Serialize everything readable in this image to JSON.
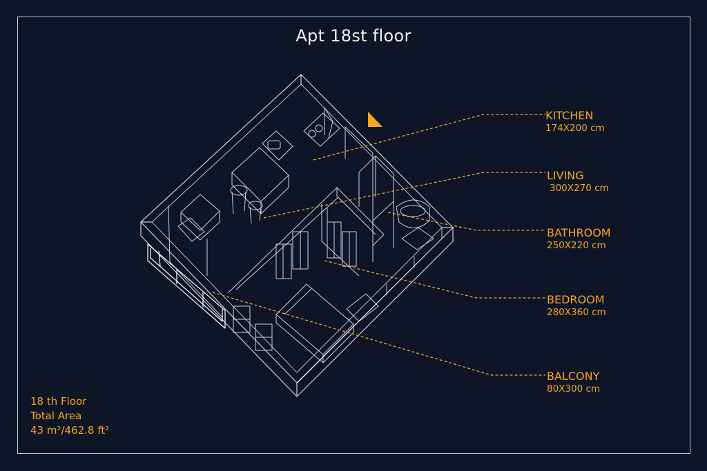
{
  "title": "Apt 18st floor",
  "colors": {
    "background": "#0e1527",
    "linework": "#cfd3dc",
    "accent": "#f5a623"
  },
  "rooms": [
    {
      "name": "KITCHEN",
      "dims": "174X200 cm"
    },
    {
      "name": "LIVING",
      "dims": "300X270 cm"
    },
    {
      "name": "BATHROOM",
      "dims": "250X220 cm"
    },
    {
      "name": "BEDROOM",
      "dims": "280X360 cm"
    },
    {
      "name": "BALCONY",
      "dims": "80X300 cm"
    }
  ],
  "info": {
    "floor": "18 th Floor",
    "area_label": "Total Area",
    "area_value": "43 m²/462.8 ft²"
  },
  "icons": {
    "north": "north-arrow-icon"
  }
}
